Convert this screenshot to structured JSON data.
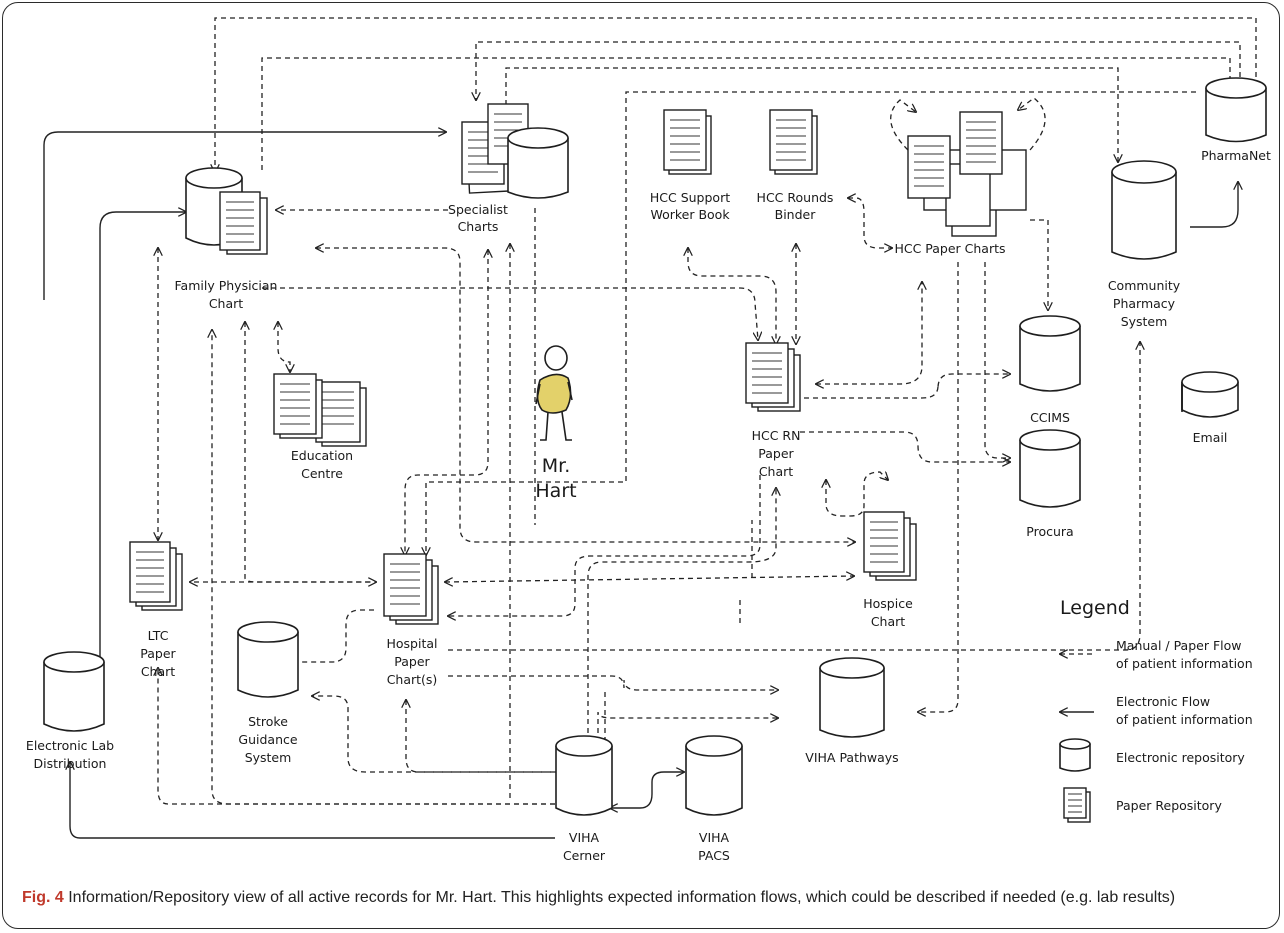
{
  "nodes": {
    "specialist": [
      "Specialist",
      "Charts"
    ],
    "hcc_support": [
      "HCC Support",
      "Worker Book"
    ],
    "hcc_rounds": [
      "HCC Rounds",
      "Binder"
    ],
    "hcc_paper": [
      "HCC Paper Charts"
    ],
    "pharmanet": [
      "PharmaNet"
    ],
    "community": [
      "Community",
      "Pharmacy",
      "System"
    ],
    "family": [
      "Family Physician",
      "Chart"
    ],
    "education": [
      "Education",
      "Centre"
    ],
    "hcc_rn": [
      "HCC RN",
      "Paper",
      "Chart"
    ],
    "ccims": [
      "CCIMS"
    ],
    "procura": [
      "Procura"
    ],
    "email": [
      "Email"
    ],
    "mr_hart": [
      "Mr.",
      "Hart"
    ],
    "ltc": [
      "LTC",
      "Paper",
      "Chart"
    ],
    "hospital": [
      "Hospital",
      "Paper",
      "Chart(s)"
    ],
    "hospice": [
      "Hospice",
      "Chart"
    ],
    "stroke": [
      "Stroke",
      "Guidance",
      "System"
    ],
    "viha_pathways": [
      "VIHA Pathways"
    ],
    "electronic_lab": [
      "Electronic Lab",
      "Distribution"
    ],
    "viha_cerner": [
      "VIHA",
      "Cerner"
    ],
    "viha_pacs": [
      "VIHA",
      "PACS"
    ]
  },
  "legend": {
    "title": "Legend",
    "manual": [
      "Manual / Paper Flow",
      "of patient information"
    ],
    "electronic": [
      "Electronic Flow",
      "of patient information"
    ],
    "repo_electronic": "Electronic repository",
    "repo_paper": "Paper Repository"
  },
  "caption": {
    "fig": "Fig. 4",
    "text": " Information/Repository view of all active records for Mr. Hart. This highlights expected information flows, which could be described if needed (e.g. lab results)"
  },
  "colors": {
    "person_fill": "#e3d16a",
    "caption_fig": "#c0392b",
    "ink": "#1e1e1e"
  }
}
